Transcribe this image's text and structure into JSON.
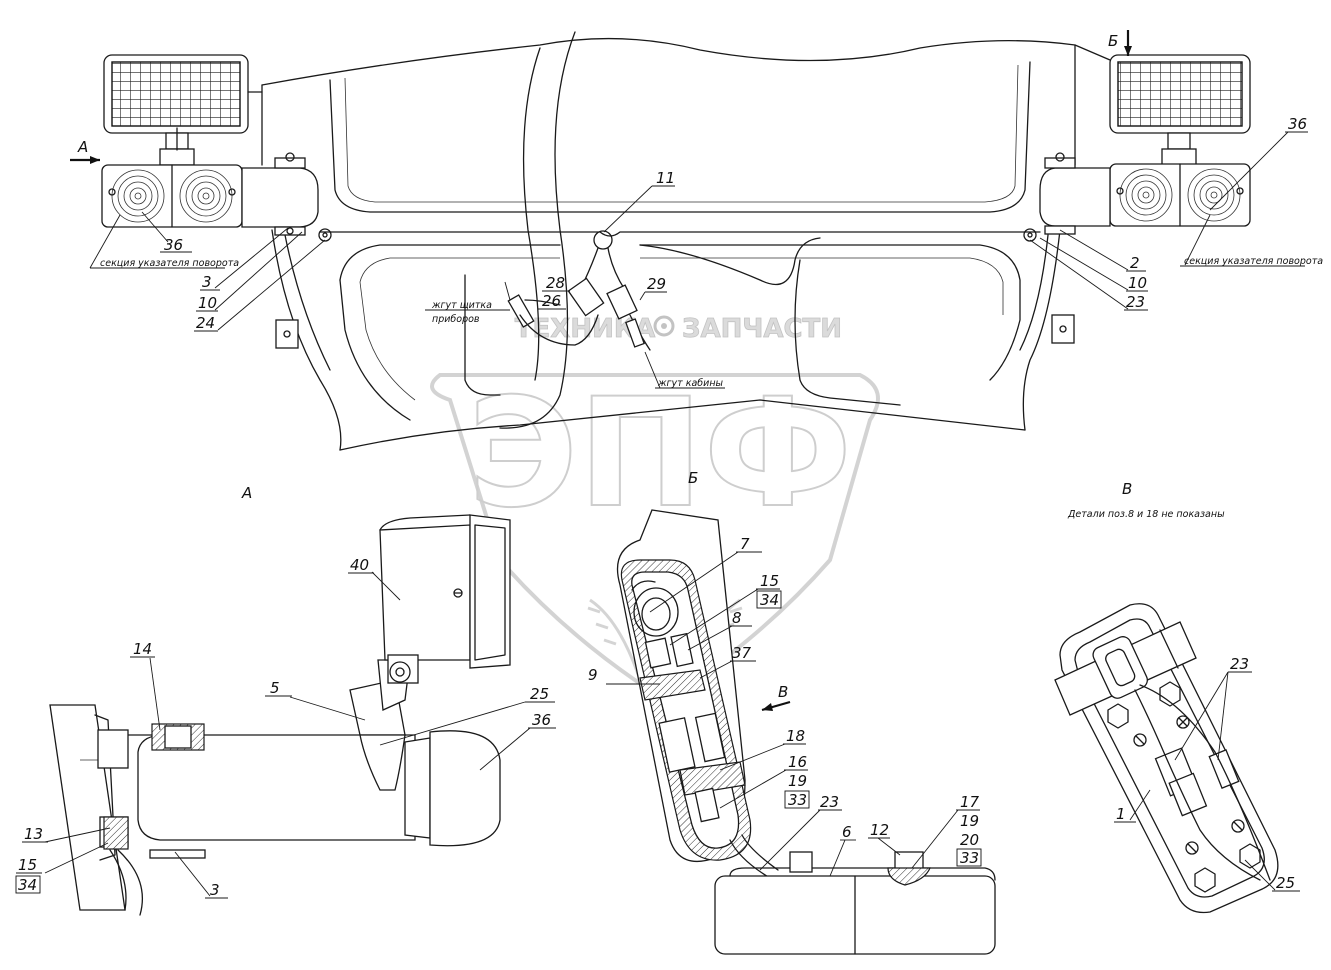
{
  "views": {
    "arrow_a": "А",
    "arrow_b": "Б",
    "view_a": "А",
    "view_b": "Б",
    "view_v": "В",
    "view_v_note": "Детали поз.8 и 18 не показаны"
  },
  "captions": {
    "turn_left": "секция указателя поворота",
    "turn_right": "секция указателя поворота",
    "harness_panel_line1": "жгут щитка",
    "harness_panel_line2": "приборов",
    "harness_cab": "жгут кабины"
  },
  "callouts_top": {
    "c36_left": "36",
    "c3": "3",
    "c10_left": "10",
    "c24": "24",
    "c11": "11",
    "c28": "28",
    "c26": "26",
    "c29": "29",
    "c36_right": "36",
    "c2": "2",
    "c10_right": "10",
    "c23_right": "23"
  },
  "callouts_view_a": {
    "c40": "40",
    "c14": "14",
    "c5": "5",
    "c25": "25",
    "c36": "36",
    "c13": "13",
    "c15": "15",
    "c34": "34",
    "c3": "3"
  },
  "callouts_view_b": {
    "c7": "7",
    "c15": "15",
    "c34": "34",
    "c8": "8",
    "c9": "9",
    "c37": "37",
    "c18": "18",
    "c16": "16",
    "c19": "19",
    "c33": "33",
    "c23": "23",
    "c6": "6",
    "c12": "12",
    "c17": "17",
    "c19b": "19",
    "c20": "20",
    "c33b": "33"
  },
  "callouts_view_v": {
    "c23": "23",
    "c1": "1",
    "c25": "25"
  },
  "watermark": {
    "text_left": "ТЕХНИКА",
    "text_right": "ЗАПЧАСТИ",
    "logo": "ЭПФ"
  }
}
